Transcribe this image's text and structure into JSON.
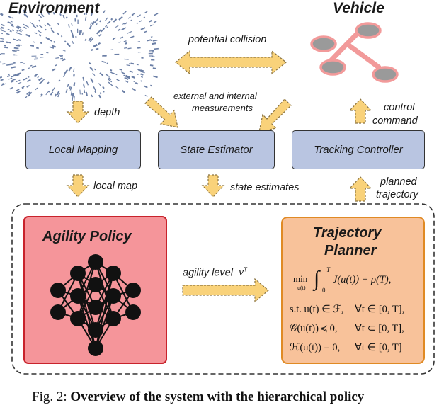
{
  "headings": {
    "environment": "Environment",
    "vehicle": "Vehicle"
  },
  "boxes": {
    "local_mapping": "Local Mapping",
    "state_estimator": "State Estimator",
    "tracking_controller": "Tracking Controller"
  },
  "edge_labels": {
    "potential_collision": "potential collision",
    "measurements_line1": "external and internal",
    "measurements_line2": "measurements",
    "depth": "depth",
    "control_line1": "control",
    "control_line2": "command",
    "local_map": "local map",
    "state_estimates": "state estimates",
    "planned_line1": "planned",
    "planned_line2": "trajectory",
    "agility_level": "agility level"
  },
  "agility_policy": {
    "title": "Agility Policy"
  },
  "trajectory_planner": {
    "title_line1": "Trajectory",
    "title_line2": "Planner",
    "eq_objective_min": "min",
    "eq_objective_sub": "u(t)",
    "eq_objective": "J(u(t)) + ρ(T),",
    "eq_int_lower": "0",
    "eq_int_upper": "T",
    "eq_c1_lhs": "s.t. u(t) ∈ ℱ,",
    "eq_c1_rhs": "∀t ∈ [0, T],",
    "eq_c2_lhs": "𝒢(u(t)) ≼ 0,",
    "eq_c2_rhs": "∀t ⊂ [0, T],",
    "eq_c3_lhs": "ℋ(u(t)) = 0,",
    "eq_c3_rhs": "∀t ∈ [0, T]"
  },
  "caption": {
    "prefix": "Fig. 2:",
    "bold": "Overview of the system with the hierarchical policy"
  },
  "colors": {
    "arrow_fill": "#f9d27a",
    "arrow_stroke": "#8a7340",
    "box_fill": "#b9c5e1",
    "box_stroke": "#333333",
    "agility_fill": "#f5959a",
    "agility_stroke": "#c8232c",
    "planner_fill": "#f8c29a",
    "planner_stroke": "#e08a24",
    "drone_body": "#f29a9a",
    "drone_rotor": "#999999",
    "env_streaks": "#6b7fa6"
  }
}
